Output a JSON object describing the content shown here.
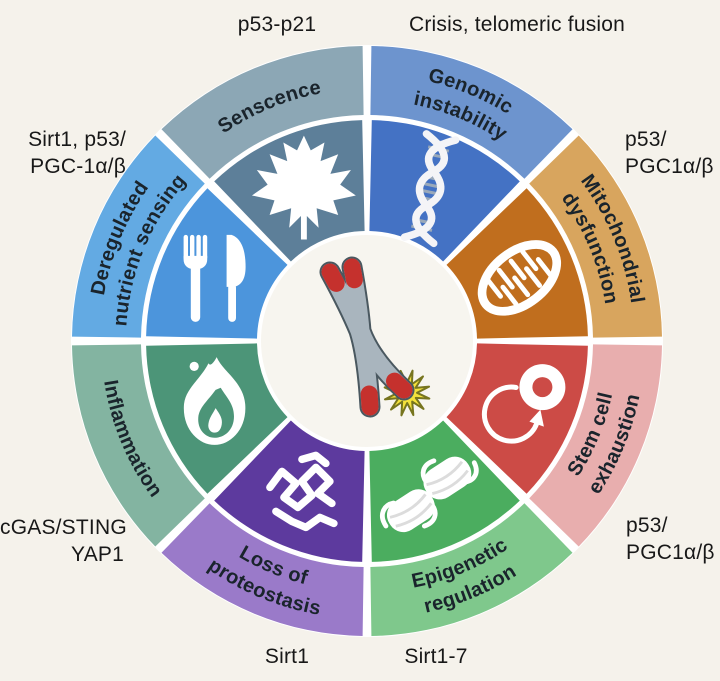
{
  "background_color": "#F5F2EB",
  "annotations": {
    "top_left": "p53-p21",
    "top_right": "Crisis, telomeric fusion",
    "left_upper": "Sirt1, p53/\nPGC-1α/β",
    "right_upper": "p53/\nPGC1α/β",
    "left_lower": "cGAS/STING\nYAP1",
    "right_lower": "p53/\nPGC1α/β",
    "bottom_left": "Sirt1",
    "bottom_right": "Sirt1-7"
  },
  "wheel": {
    "gap_color": "#FFFFFF",
    "center_circle_color": "#F7F5EF",
    "label_text_color": "#1A242C",
    "center_icon": "chromosome-icon",
    "center_icon_colors": {
      "body": "#A9B5BE",
      "outline": "#4A5860",
      "telomere_tips": "#C5312D",
      "damage_burst": "#F4E23B",
      "damage_burst_outline": "#77751F"
    },
    "segments": [
      {
        "id": "genomic-instability",
        "label_lines": [
          "Genomic",
          "instability"
        ],
        "outer_color": "#6D94CE",
        "inner_color": "#4472C4",
        "icon": "dna-icon",
        "start_deg": 0,
        "end_deg": 45,
        "text_dir": "cw"
      },
      {
        "id": "mitochondrial-dysfunction",
        "label_lines": [
          "Mitochondrial",
          "dysfunction"
        ],
        "outer_color": "#D8A55E",
        "inner_color": "#C06E1E",
        "icon": "mitochondrion-icon",
        "start_deg": 45,
        "end_deg": 90,
        "text_dir": "cw"
      },
      {
        "id": "stem-cell-exhaustion",
        "label_lines": [
          "Stem cell",
          "exhaustion"
        ],
        "outer_color": "#E8AEAE",
        "inner_color": "#CC4B46",
        "icon": "stem-cell-icon",
        "start_deg": 90,
        "end_deg": 135,
        "text_dir": "ccw"
      },
      {
        "id": "epigenetic-regulation",
        "label_lines": [
          "Epigenetic",
          "regulation"
        ],
        "outer_color": "#7FC88C",
        "inner_color": "#4BAD5F",
        "icon": "epigenetic-icon",
        "start_deg": 135,
        "end_deg": 180,
        "text_dir": "ccw"
      },
      {
        "id": "loss-of-proteostasis",
        "label_lines": [
          "Loss of",
          "proteostasis"
        ],
        "outer_color": "#9A7AC9",
        "inner_color": "#5D3A9E",
        "icon": "protein-icon",
        "start_deg": 180,
        "end_deg": 225,
        "text_dir": "ccw"
      },
      {
        "id": "inflammation",
        "label_lines": [
          "Inflammation"
        ],
        "outer_color": "#83B4A1",
        "inner_color": "#4C9578",
        "icon": "flame-icon",
        "start_deg": 225,
        "end_deg": 270,
        "text_dir": "ccw"
      },
      {
        "id": "deregulated-nutrient-sensing",
        "label_lines": [
          "Deregulated",
          "nutrient sensing"
        ],
        "outer_color": "#63AAE3",
        "inner_color": "#4C95DC",
        "icon": "fork-knife-icon",
        "start_deg": 270,
        "end_deg": 315,
        "text_dir": "cw"
      },
      {
        "id": "senscence",
        "label_lines": [
          "Senscence"
        ],
        "outer_color": "#8CA7B5",
        "inner_color": "#5D7F99",
        "icon": "maple-leaf-icon",
        "start_deg": 315,
        "end_deg": 360,
        "text_dir": "cw"
      }
    ]
  }
}
